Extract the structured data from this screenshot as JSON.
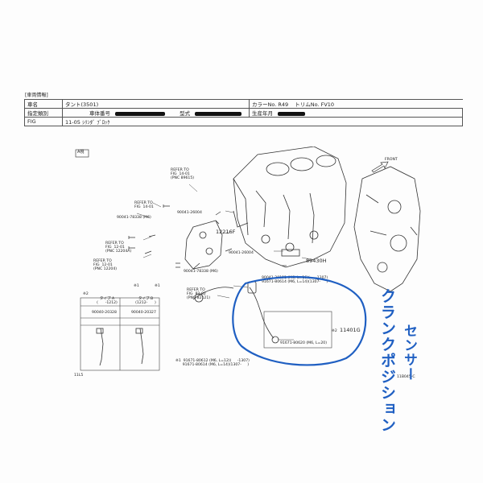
{
  "header": {
    "section_title": "[車両情報]",
    "row1": {
      "name_label": "車名",
      "name_value": "タント(3501)",
      "color_label": "カラーNo. R49",
      "trim_label": "トリムNo. FV10"
    },
    "row2": {
      "category_label": "指定類別",
      "chassis_label": "車体番号",
      "model_label": "型式",
      "production_label": "生産年月"
    },
    "row3": {
      "fig_label": "FIG",
      "fig_value": "11-05 ｼﾘﾝﾀﾞ ﾌﾞﾛｯｸ"
    }
  },
  "diagram": {
    "view_tag": "A視",
    "front_label": "FRONT",
    "labels": {
      "ref1": "REFER TO\nFIG  14-01\n(PNC 89615)",
      "ref2": "REFER TO\nFIG  14-01",
      "ref3": "REFER TO\nFIG  12-01\n(PNC 12204A)",
      "ref4": "REFER TO\nFIG  12-01\n(PNC 12204)",
      "ref5": "REFER TO\nFIG  82-02\n(PNC 82121)",
      "p1": "90041-26004",
      "p2": "90041-78338 (M6)",
      "p3": "12216F",
      "p4": "90041-26004",
      "p5": "90041-78338 (M6)",
      "p6": "89430H",
      "p7": "90041-20191 (M6, L=16)(     -1307)\n91671-80614 (M6, L=14)(1307-     )",
      "p8": "91671-80620 (M6, L=20)",
      "p9": "11401G",
      "note1": "※1",
      "note2": "※1",
      "note3": "※2",
      "bolt_note": "※1  91671-80612 (M6, L=12)(     -1307)\n      91671-80614 (M6, L=14)(1307-     )",
      "sheet_code": "11B045-C",
      "fig_code": "11L5"
    },
    "inset": {
      "mark": "※2",
      "col_a": "タイプ A\n(      -1212)",
      "col_b": "タイプ B\n(1212-      )",
      "part_a": "90040-20328",
      "part_b": "90040-20327"
    }
  },
  "annotation": {
    "line1": "クランクポジション",
    "line2": "センサー"
  }
}
